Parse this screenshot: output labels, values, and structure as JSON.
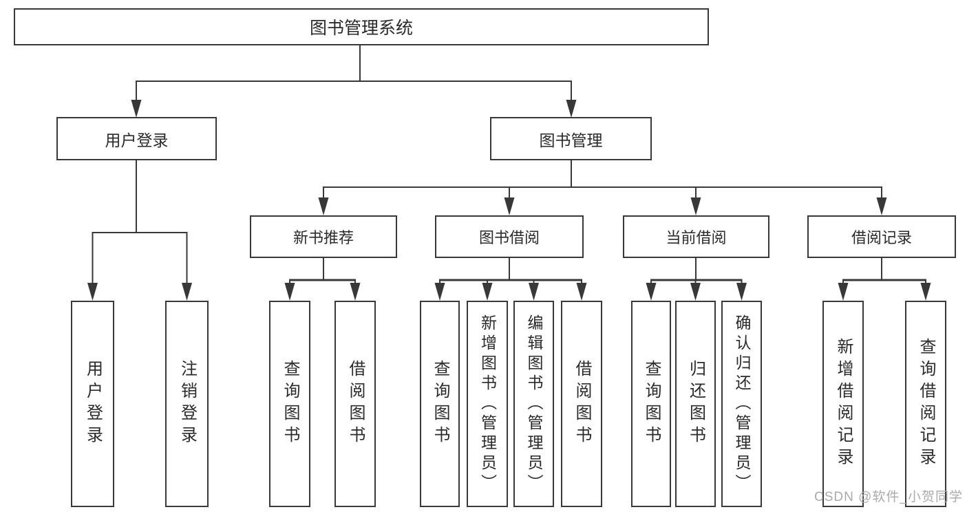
{
  "watermark": "CSDN @软件_小贺同学",
  "colors": {
    "line": "#383838",
    "box_border": "#383838",
    "text": "#2a2a2a",
    "watermark": "#aaaaaa",
    "background": "#ffffff"
  },
  "tree": {
    "label": "图书管理系统",
    "children": [
      {
        "label": "用户登录",
        "children": [
          {
            "label": "用户登录"
          },
          {
            "label": "注销登录"
          }
        ]
      },
      {
        "label": "图书管理",
        "children": [
          {
            "label": "新书推荐",
            "children": [
              {
                "label": "查询图书"
              },
              {
                "label": "借阅图书"
              }
            ]
          },
          {
            "label": "图书借阅",
            "children": [
              {
                "label": "查询图书"
              },
              {
                "label": "新增图书（管理员）"
              },
              {
                "label": "编辑图书（管理员）"
              },
              {
                "label": "借阅图书"
              }
            ]
          },
          {
            "label": "当前借阅",
            "children": [
              {
                "label": "查询图书"
              },
              {
                "label": "归还图书"
              },
              {
                "label": "确认归还（管理员）"
              }
            ]
          },
          {
            "label": "借阅记录",
            "children": [
              {
                "label": "新增借阅记录"
              },
              {
                "label": "查询借阅记录"
              }
            ]
          }
        ]
      }
    ]
  }
}
